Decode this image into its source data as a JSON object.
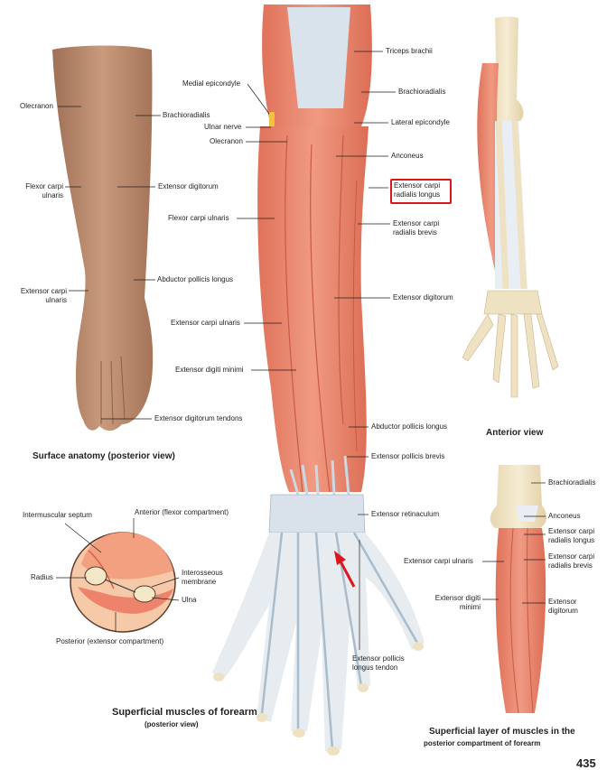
{
  "surface": {
    "caption": "Surface anatomy (posterior view)",
    "labels": {
      "olecranon": "Olecranon",
      "brachioradialis": "Brachioradialis",
      "flexor_carpi_ulnaris": "Flexor carpi ulnaris",
      "extensor_digitorum": "Extensor digitorum",
      "abductor_pollicis_longus": "Abductor pollicis longus",
      "extensor_carpi_ulnaris": "Extensor carpi ulnaris",
      "extensor_digitorum_tendons": "Extensor digitorum tendons"
    }
  },
  "main": {
    "caption": "Superficial muscles of forearm",
    "subcaption": "(posterior view)",
    "labels": {
      "medial_epicondyle": "Medial epicondyle",
      "ulnar_nerve": "Ulnar nerve",
      "olecranon": "Olecranon",
      "flexor_carpi_ulnaris": "Flexor carpi ulnaris",
      "extensor_carpi_ulnaris": "Extensor carpi ulnaris",
      "extensor_digiti_minimi": "Extensor digiti minimi",
      "triceps_brachii": "Triceps brachii",
      "brachioradialis": "Brachioradialis",
      "lateral_epicondyle": "Lateral epicondyle",
      "anconeus": "Anconeus",
      "ecrl": "Extensor carpi radialis longus",
      "ecrb": "Extensor carpi radialis brevis",
      "extensor_digitorum": "Extensor digitorum",
      "abductor_pollicis_longus": "Abductor pollicis longus",
      "extensor_pollicis_brevis": "Extensor pollicis brevis",
      "extensor_retinaculum": "Extensor retinaculum",
      "epl_tendon": "Extensor pollicis longus tendon"
    }
  },
  "anterior": {
    "caption": "Anterior view"
  },
  "cross_section": {
    "labels": {
      "intermuscular_septum": "Intermuscular septum",
      "anterior": "Anterior (flexor compartment)",
      "radius": "Radius",
      "interosseous": "Interosseous membrane",
      "ulna": "Ulna",
      "posterior": "Posterior (extensor compartment)"
    }
  },
  "layer": {
    "caption_line1": "Superficial layer of muscles in the",
    "caption_line2": "posterior compartment of forearm",
    "labels": {
      "brachioradialis": "Brachioradialis",
      "anconeus": "Anconeus",
      "ecrl": "Extensor carpi radialis longus",
      "ecrb": "Extensor carpi radialis brevis",
      "extensor_carpi_ulnaris": "Extensor carpi ulnaris",
      "extensor_digiti_minimi": "Extensor digiti minimi",
      "extensor_digitorum": "Extensor digitorum"
    }
  },
  "highlight": {
    "target": "Extensor carpi radialis longus",
    "color": "#e0141b"
  },
  "page_number": "435",
  "colors": {
    "muscle": "#e9826a",
    "muscle_dark": "#d4634d",
    "tendon": "#c9d9e6",
    "bone": "#efe2c2",
    "skin": "#b98a6d",
    "nerve": "#f2c23a",
    "accent_red": "#e0141b"
  }
}
